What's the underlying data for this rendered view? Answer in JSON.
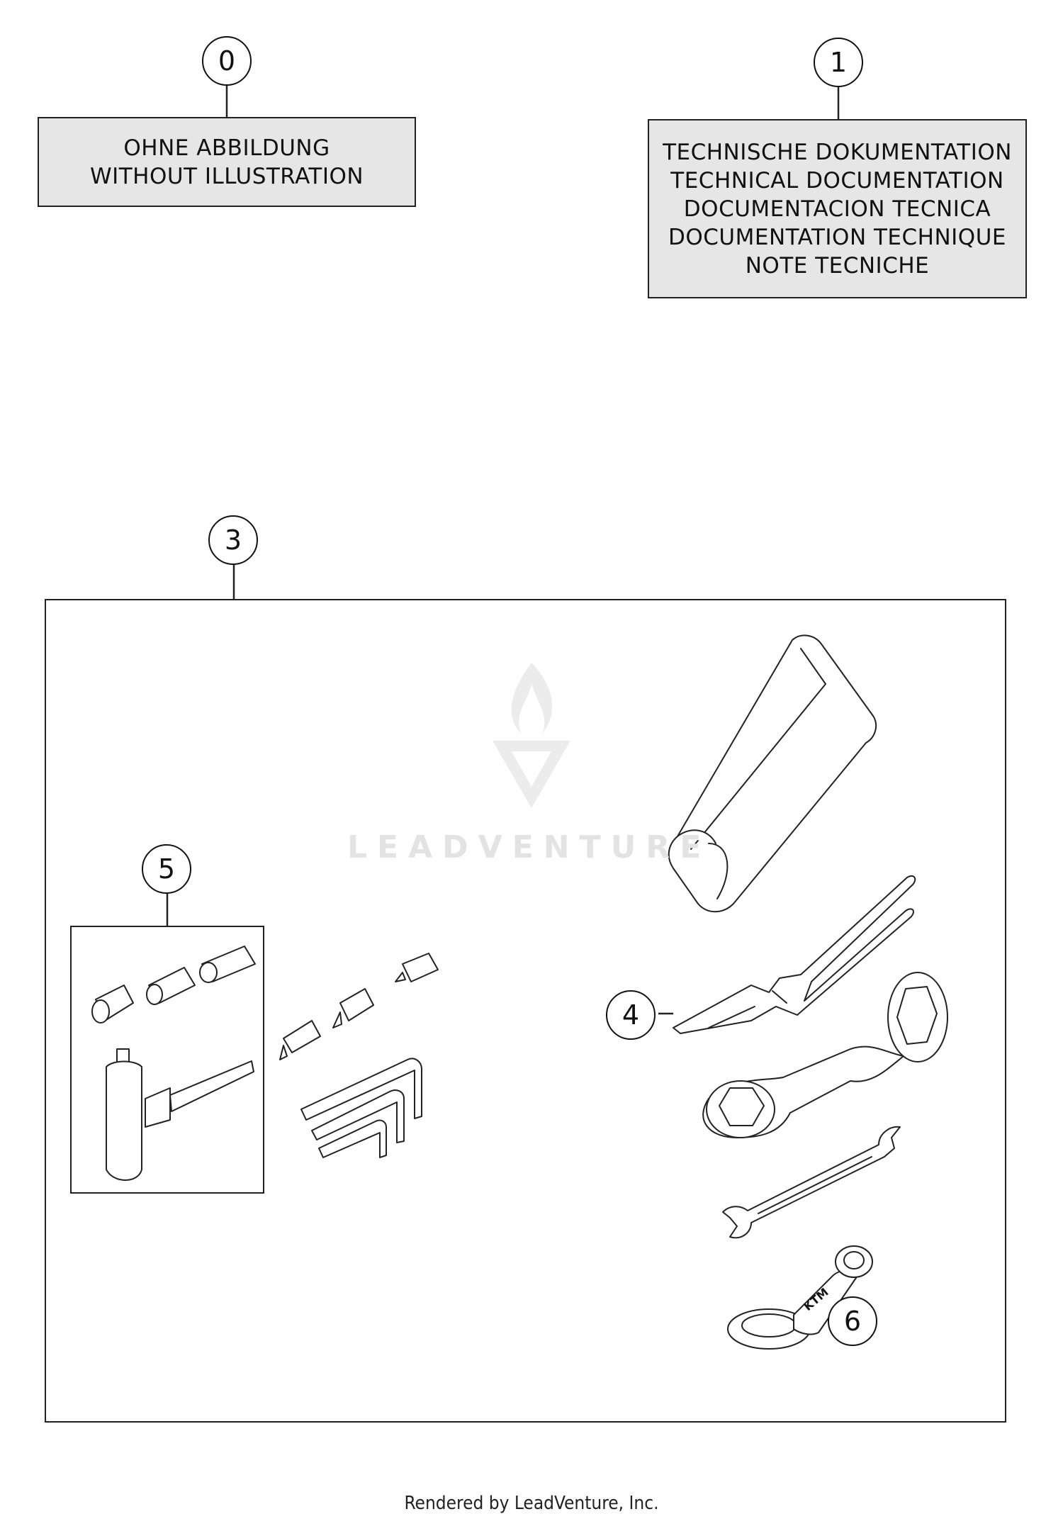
{
  "callouts": {
    "c0": "0",
    "c1": "1",
    "c3": "3",
    "c4": "4",
    "c5": "5",
    "c6": "6"
  },
  "box0": {
    "line1": "OHNE ABBILDUNG",
    "line2": "WITHOUT ILLUSTRATION"
  },
  "box1": {
    "line1": "TECHNISCHE DOKUMENTATION",
    "line2": "TECHNICAL DOCUMENTATION",
    "line3": "DOCUMENTACION TECNICA",
    "line4": "DOCUMENTATION TECHNIQUE",
    "line5": "NOTE TECNICHE"
  },
  "watermark": "LEADVENTURE",
  "footer": "Rendered by LeadVenture, Inc.",
  "colors": {
    "line": "#222222",
    "box_fill": "#e6e6e6",
    "watermark": "#e3e3e3"
  }
}
